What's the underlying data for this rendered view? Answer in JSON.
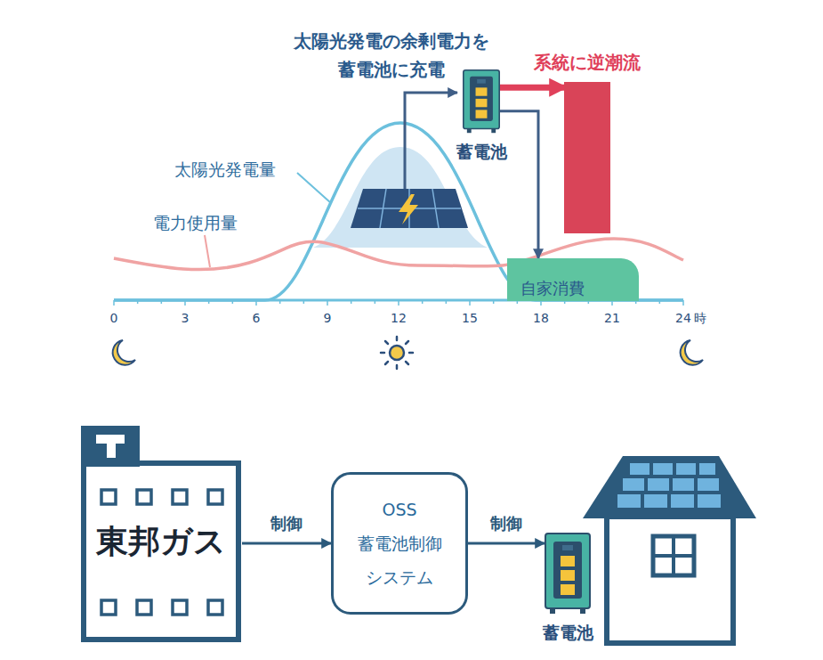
{
  "diagram": {
    "nodes": [
      {
        "text": [
          "蓄電池"
        ]
      },
      {
        "text": [
          "系統に逆潮流"
        ]
      },
      {
        "text": [
          "自家消費"
        ]
      },
      {
        "text": [
          "東邦ガス"
        ]
      },
      {
        "text": [
          "OSS 蓄電池制御 システム"
        ]
      },
      {
        "text": [
          "蓄電池"
        ]
      }
    ],
    "edges": [
      {
        "from": 0,
        "to": 1,
        "arrow": "to"
      },
      {
        "from": 0,
        "to": 2,
        "arrow": "to"
      },
      {
        "from": 3,
        "to": 4,
        "label": "制御",
        "arrow": "to"
      },
      {
        "from": 4,
        "to": 5,
        "label": "制御",
        "arrow": "to"
      }
    ],
    "labels": [
      "太陽光発電の余剰電力を 蓄電池に充電",
      "太陽光発電量",
      "電力使用量",
      "0",
      "3",
      "6",
      "9",
      "12",
      "15",
      "18",
      "21",
      "24",
      "時"
    ]
  }
}
